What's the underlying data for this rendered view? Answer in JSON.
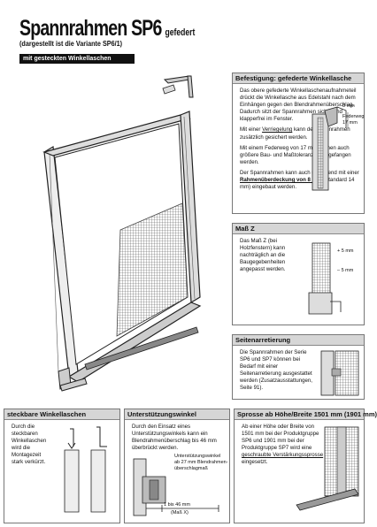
{
  "header": {
    "title": "Spannrahmen SP6",
    "title_suffix": "gefedert",
    "subtitle": "(dargestellt ist die Variante SP6/1)",
    "badge": "mit gesteckten Winkellaschen"
  },
  "box_befestigung": {
    "heading": "Befestigung: gefederte Winkellasche",
    "p1": "Das obere gefederte Winkellaschenaufnahmeteil drückt die Winkellasche aus Edelstahl nach dem Einhängen gegen den Blendrahmenüberschlag. Dadurch sitzt der Spannrahmen sicher und klapperfrei im Fenster.",
    "p2_pre": "Mit einer ",
    "p2_link": "Verriegelung",
    "p2_post": " kann der Spannrahmen zusätzlich gesichert werden.",
    "p3": "Mit einem Federweg von 17 mm können auch größere Bau- und Maßtoleranzen aufgefangen werden.",
    "p4_pre": "Der Spannrahmen kann auch umlaufend mit einer ",
    "p4_link": "Rahmenüberdeckung von 8 mm",
    "p4_post": " (Standard 14 mm) eingebaut werden.",
    "label_8mm": "8 mm",
    "label_federweg": "Federweg",
    "label_17mm": "17 mm"
  },
  "box_mass_z": {
    "heading": "Maß Z",
    "text": "Das Maß Z (bei Holzfenstern) kann nachträglich an die Baugegebenheiten angepasst werden.",
    "label_plus5": "+ 5 mm",
    "label_minus5": "– 5 mm"
  },
  "box_seitenarretierung": {
    "heading": "Seitenarretierung",
    "text": "Die Spannrahmen der Serie SP6 und SP7 können bei Bedarf mit einer Seitenarretierung ausgestattet werden (Zusatzausstattungen, Seite 91)."
  },
  "box_gesteckte": {
    "heading": "steckbare Winkellaschen",
    "text": "Durch die steckbaren Winkellaschen wird die Montagezeit stark verkürzt."
  },
  "box_unterstuetzung": {
    "heading": "Unterstützungswinkel",
    "text": "Durch den Einsatz eines Unterstützungswinkels kann ein Blendrahmenüberschlag bis 46 mm überbrückt werden.",
    "label_winkel": "Unterstützungswinkel",
    "label_bis27": "ab 27 mm Blendrahmen-",
    "label_ueberschlag": "überschlagmaß",
    "label_bis46": "1 bis 46 mm",
    "label_massx": "(Maß X)"
  },
  "box_sprosse": {
    "heading": "Sprosse ab Höhe/Breite 1501 mm (1901 mm)",
    "text_pre": "Ab einer Höhe oder Breite von 1501 mm bei der Produktgruppe SP6 und 1901 mm bei der Produktgruppe SP7 wird eine ",
    "text_link": "geschraubte Verstärkungssprosse",
    "text_post": " eingesetzt."
  },
  "colors": {
    "frame": "#2a2a2a",
    "mesh": "#555555",
    "header_bar": "#d6d6d6",
    "badge": "#111111"
  }
}
